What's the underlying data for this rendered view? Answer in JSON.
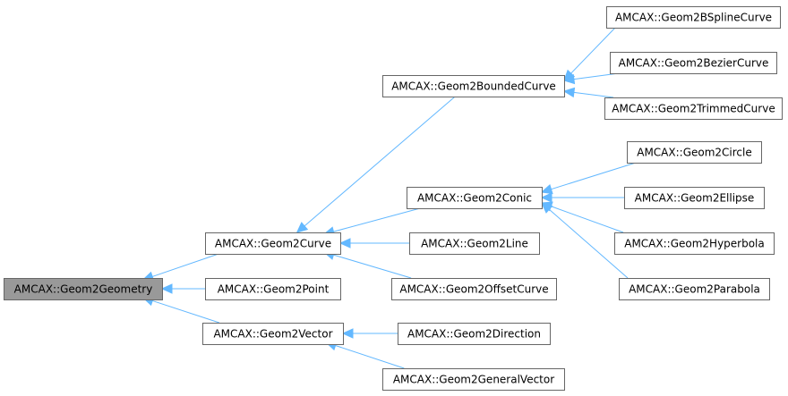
{
  "colors": {
    "edge": "#63b8ff",
    "node_border": "#666666",
    "node_fill": "#ffffff",
    "root_fill": "#999999"
  },
  "nodes": {
    "geometry": "AMCAX::Geom2Geometry",
    "curve": "AMCAX::Geom2Curve",
    "point": "AMCAX::Geom2Point",
    "vector": "AMCAX::Geom2Vector",
    "bounded_curve": "AMCAX::Geom2BoundedCurve",
    "conic": "AMCAX::Geom2Conic",
    "line": "AMCAX::Geom2Line",
    "offset_curve": "AMCAX::Geom2OffsetCurve",
    "direction": "AMCAX::Geom2Direction",
    "general_vector": "AMCAX::Geom2GeneralVector",
    "bspline_curve": "AMCAX::Geom2BSplineCurve",
    "bezier_curve": "AMCAX::Geom2BezierCurve",
    "trimmed_curve": "AMCAX::Geom2TrimmedCurve",
    "circle": "AMCAX::Geom2Circle",
    "ellipse": "AMCAX::Geom2Ellipse",
    "hyperbola": "AMCAX::Geom2Hyperbola",
    "parabola": "AMCAX::Geom2Parabola"
  },
  "edges": [
    {
      "from": "curve",
      "to": "geometry"
    },
    {
      "from": "point",
      "to": "geometry"
    },
    {
      "from": "vector",
      "to": "geometry"
    },
    {
      "from": "bounded_curve",
      "to": "curve"
    },
    {
      "from": "conic",
      "to": "curve"
    },
    {
      "from": "line",
      "to": "curve"
    },
    {
      "from": "offset_curve",
      "to": "curve"
    },
    {
      "from": "direction",
      "to": "vector"
    },
    {
      "from": "general_vector",
      "to": "vector"
    },
    {
      "from": "bspline_curve",
      "to": "bounded_curve"
    },
    {
      "from": "bezier_curve",
      "to": "bounded_curve"
    },
    {
      "from": "trimmed_curve",
      "to": "bounded_curve"
    },
    {
      "from": "circle",
      "to": "conic"
    },
    {
      "from": "ellipse",
      "to": "conic"
    },
    {
      "from": "hyperbola",
      "to": "conic"
    },
    {
      "from": "parabola",
      "to": "conic"
    }
  ]
}
